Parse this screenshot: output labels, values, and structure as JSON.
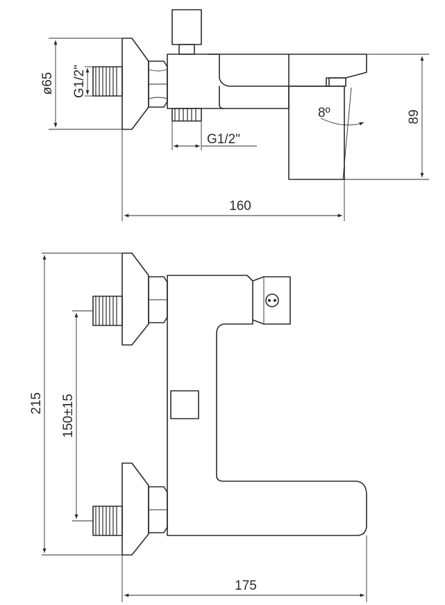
{
  "dimensions": {
    "diameter": "ø65",
    "thread_top": "G1/2\"",
    "thread_bottom": "G1/2\"",
    "angle": "8º",
    "height": "89",
    "length_side": "160",
    "overall_height": "215",
    "centers": "150±15",
    "length_top": "175"
  },
  "colors": {
    "line": "#2a2a2a",
    "background": "#ffffff"
  }
}
